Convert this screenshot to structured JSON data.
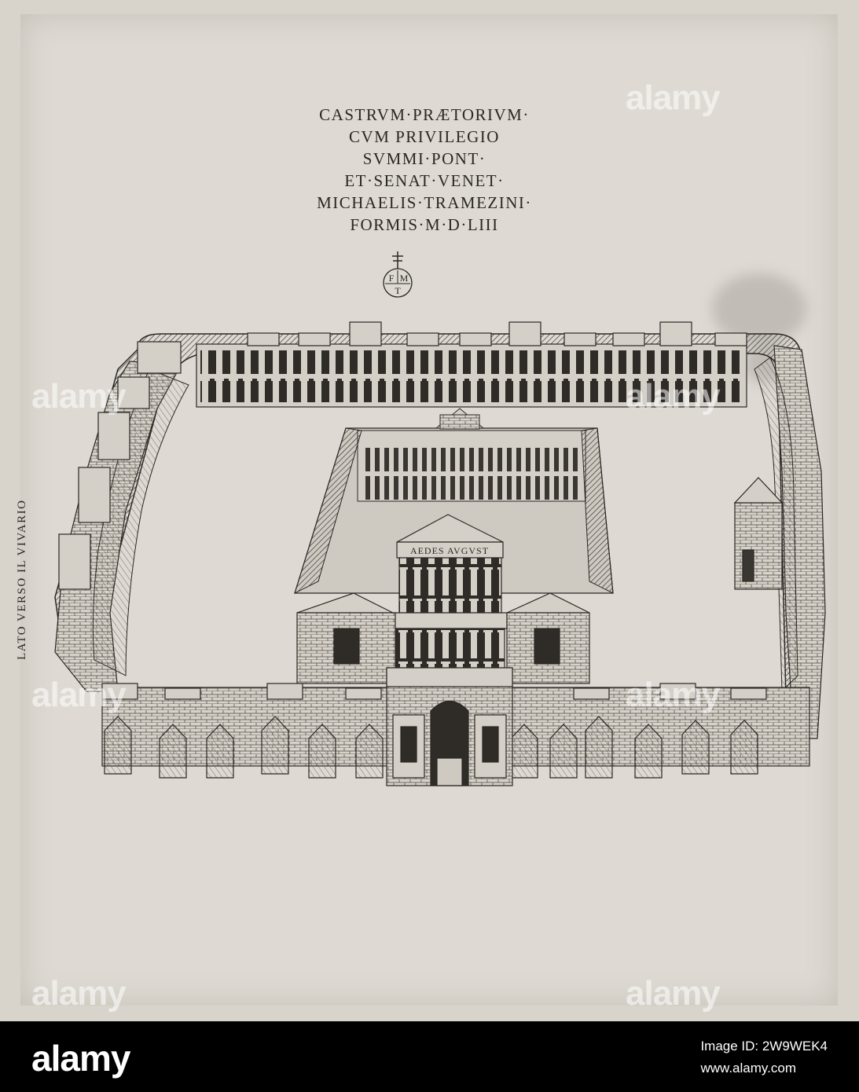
{
  "print": {
    "title_lines": [
      "CASTRVM·PRÆTORIVM·",
      "CVM PRIVILEGIO",
      "SVMMI·PONT·",
      "ET·SENAT·VENET·",
      "MICHAELIS·TRAMEZINI·",
      "FORMIS·M·D·LIII"
    ],
    "monogram": [
      "F",
      "M",
      "T"
    ],
    "side_label": "LATO VERSO IL VIVARIO",
    "temple_inscription": "AEDES AVGVST"
  },
  "watermark": "alamy",
  "footer": {
    "brand": "alamy",
    "image_id_label": "Image ID: 2W9WEK4",
    "site": "www.alamy.com"
  },
  "colors": {
    "paper": "#dedad3",
    "ink": "#2a2724",
    "footer": "#000000"
  }
}
